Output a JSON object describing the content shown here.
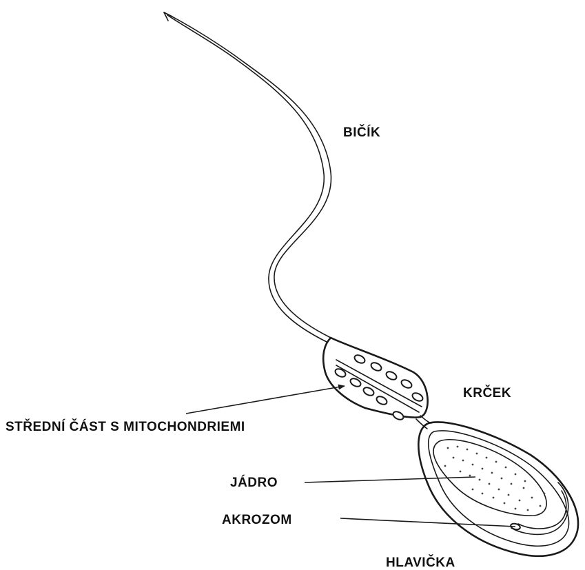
{
  "labels": {
    "flagellum": "BIČÍK",
    "neck": "KRČEK",
    "midpiece": "STŘEDNÍ ČÁST S MITOCHONDRIEMI",
    "nucleus": "JÁDRO",
    "acrosome": "AKROZOM",
    "head": "HLAVIČKA"
  },
  "colors": {
    "line": "#1a1a1a",
    "background": "#ffffff"
  }
}
